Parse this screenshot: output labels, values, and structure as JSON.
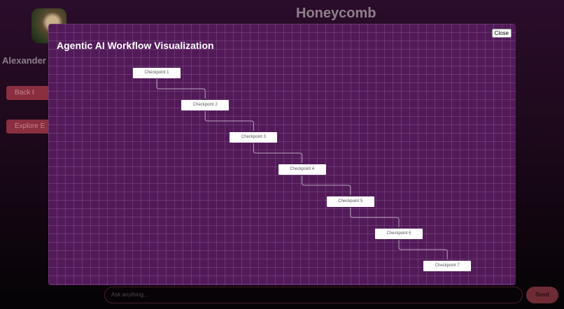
{
  "app": {
    "title": "Honeycomb",
    "user_name": "Alexander",
    "back_button": "Back t",
    "explore_button": "Explore E"
  },
  "modal": {
    "title": "Agentic AI Workflow Visualization",
    "close_label": "Close",
    "nodes": [
      "Checkpoint 1",
      "Checkpoint 2",
      "Checkpoint 3",
      "Checkpoint 4",
      "Checkpoint 5",
      "Checkpoint 6",
      "Checkpoint 7"
    ]
  },
  "chat": {
    "placeholder": "Ask anything...",
    "send_label": "Send"
  },
  "colors": {
    "modal_bg": "#531a5a",
    "send": "#6e2b35"
  }
}
